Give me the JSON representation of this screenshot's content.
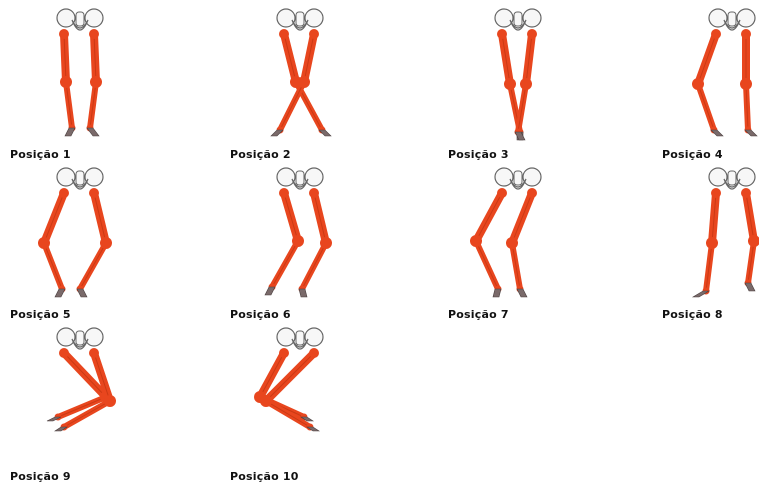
{
  "colors": {
    "bone": "#E8461E",
    "bone_dark": "#B8320E",
    "pelvis_stroke": "#666666",
    "pelvis_fill": "#F7F7F7",
    "foot": "#7A6A6A",
    "label": "#111111"
  },
  "figures": [
    {
      "label": "Posição 1",
      "pose": "standing-straight"
    },
    {
      "label": "Posição 2",
      "pose": "legs-crossed"
    },
    {
      "label": "Posição 3",
      "pose": "legs-converging"
    },
    {
      "label": "Posição 4",
      "pose": "one-knee-bent"
    },
    {
      "label": "Posição 5",
      "pose": "knees-apart"
    },
    {
      "label": "Posição 6",
      "pose": "knees-right"
    },
    {
      "label": "Posição 7",
      "pose": "knees-left"
    },
    {
      "label": "Posição 8",
      "pose": "stepping"
    },
    {
      "label": "Posição 9",
      "pose": "seated-right"
    },
    {
      "label": "Posição 10",
      "pose": "seated-left"
    }
  ]
}
